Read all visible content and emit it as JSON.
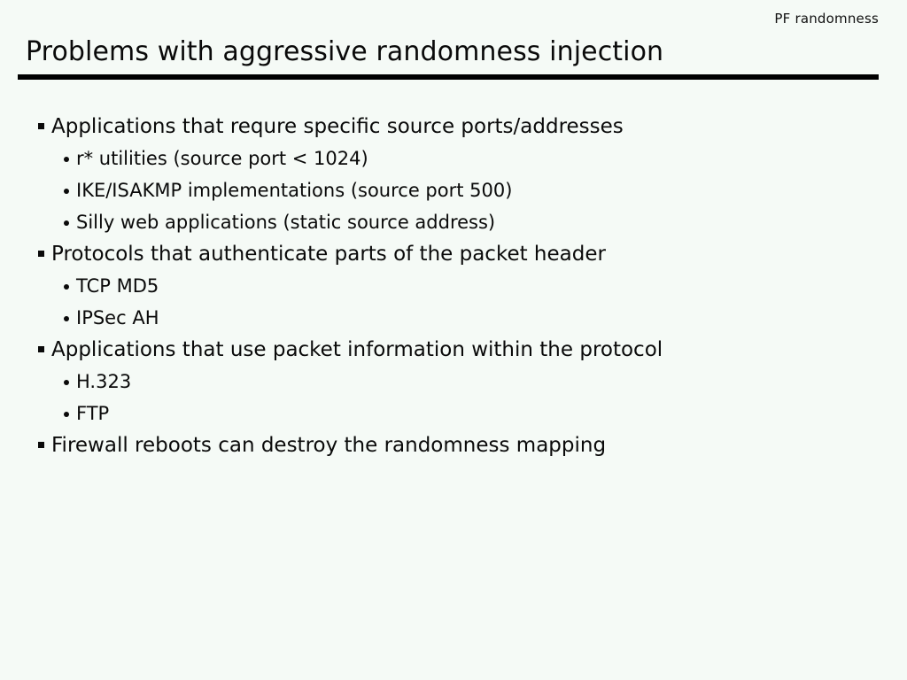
{
  "slide": {
    "running_header": "PF randomness",
    "title": "Problems with aggressive randomness injection",
    "background_color": "#f5faf6",
    "text_color": "#0a0a0a",
    "rule_color": "#000000",
    "bullets": [
      {
        "level": 1,
        "marker": "square-bullet",
        "text": "Applications that requre specific source ports/addresses"
      },
      {
        "level": 2,
        "marker": "round-bullet",
        "text": "r* utilities (source port < 1024)"
      },
      {
        "level": 2,
        "marker": "round-bullet",
        "text": "IKE/ISAKMP implementations (source port 500)"
      },
      {
        "level": 2,
        "marker": "round-bullet",
        "text": "Silly web applications (static source address)"
      },
      {
        "level": 1,
        "marker": "square-bullet",
        "text": "Protocols that authenticate parts of the packet header"
      },
      {
        "level": 2,
        "marker": "round-bullet",
        "text": "TCP MD5"
      },
      {
        "level": 2,
        "marker": "round-bullet",
        "text": "IPSec AH"
      },
      {
        "level": 1,
        "marker": "square-bullet",
        "text": "Applications that use packet information within the protocol"
      },
      {
        "level": 2,
        "marker": "round-bullet",
        "text": "H.323"
      },
      {
        "level": 2,
        "marker": "round-bullet",
        "text": "FTP"
      },
      {
        "level": 1,
        "marker": "square-bullet",
        "text": "Firewall reboots can destroy the randomness mapping"
      }
    ]
  }
}
